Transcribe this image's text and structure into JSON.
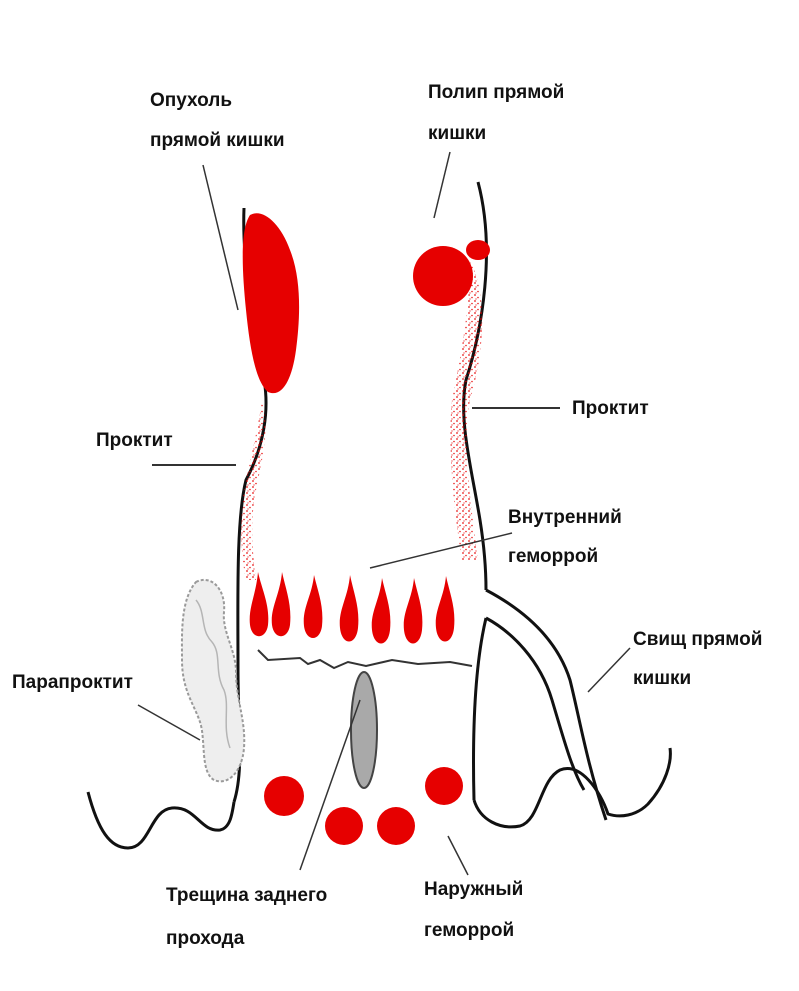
{
  "labels": {
    "tumor": [
      "Опухоль",
      "прямой кишки"
    ],
    "polyp": [
      "Полип прямой",
      "кишки"
    ],
    "proctitis_left": "Проктит",
    "proctitis_right": "Проктит",
    "internal_hemorrhoids": [
      "Внутренний",
      "геморрой"
    ],
    "fistula": [
      "Свищ прямой",
      "кишки"
    ],
    "paraproctitis": "Парапроктит",
    "fissure": [
      "Трещина заднего",
      "прохода"
    ],
    "external_hemorrhoids": [
      "Наружный",
      "геморрой"
    ]
  },
  "colors": {
    "outline": "#111111",
    "lesion_red": "#e60000",
    "fissure_gray": "#a9a9a9",
    "paraproctitis_gray": "#9a9a9a"
  }
}
